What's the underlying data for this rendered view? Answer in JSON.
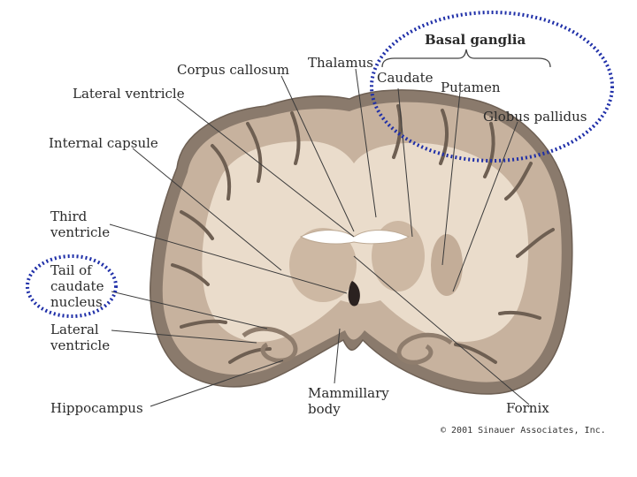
{
  "labels": {
    "basal_ganglia": "Basal ganglia",
    "corpus_callosum": "Corpus callosum",
    "thalamus": "Thalamus",
    "caudate": "Caudate",
    "putamen": "Putamen",
    "globus_pallidus": "Globus pallidus",
    "lateral_ventricle_top": "Lateral ventricle",
    "internal_capsule": "Internal capsule",
    "third_ventricle": "Third\nventricle",
    "tail_of_caudate": "Tail of\ncaudate\nnucleus",
    "lateral_ventricle_bottom": "Lateral\nventricle",
    "hippocampus": "Hippocampus",
    "mammillary_body": "Mammillary\nbody",
    "fornix": "Fornix"
  },
  "copyright": "© 2001 Sinauer Associates, Inc.",
  "colors": {
    "highlight_circle": "#1f2fa8",
    "tissue_outer": "#8a7a6c",
    "tissue_white": "#eadccb",
    "tissue_gray": "#c7b29e",
    "ventricle": "#2b2220",
    "leader_line": "#3a3a3a"
  }
}
